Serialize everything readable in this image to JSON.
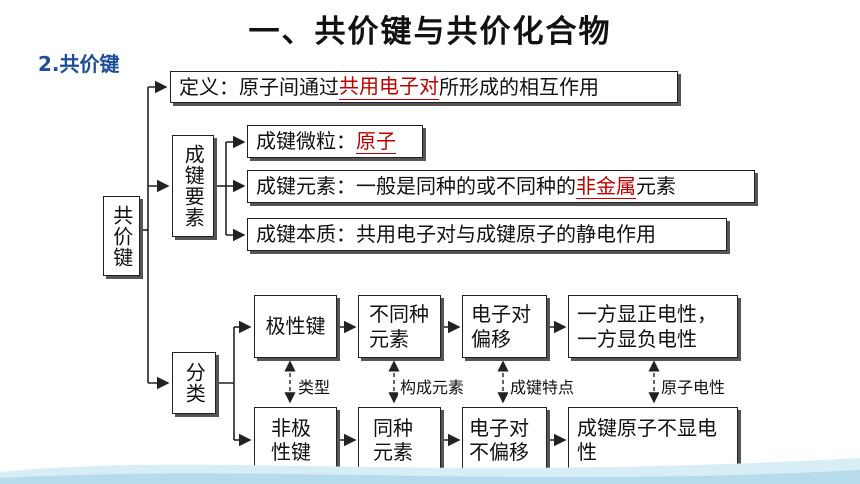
{
  "title": "一、共价键与共价化合物",
  "subtitle": "2.共价键",
  "root": "共价键",
  "definition": {
    "prefix": "定义：原子间通过",
    "highlight": "共用电子对",
    "suffix": "所形成的相互作用"
  },
  "elements": {
    "label": "成键要素",
    "particle": {
      "prefix": "成键微粒：",
      "highlight": "原子"
    },
    "element": {
      "prefix": "成键元素：一般是同种的或不同种的",
      "highlight": "非金属",
      "suffix": "元素"
    },
    "essence": "成键本质：共用电子对与成键原子的静电作用"
  },
  "classification": {
    "label": "分类",
    "polar": {
      "type": "极性键",
      "elements": "不同种元素",
      "feature": "电子对偏移",
      "property": "一方显正电性，一方显负电性"
    },
    "nonpolar": {
      "type": "非极性键",
      "elements": "同种元素",
      "feature": "电子对不偏移",
      "property": "成键原子不显电性"
    },
    "compare_labels": {
      "type": "类型",
      "elements": "构成元素",
      "feature": "成键特点",
      "property": "原子电性"
    }
  }
}
